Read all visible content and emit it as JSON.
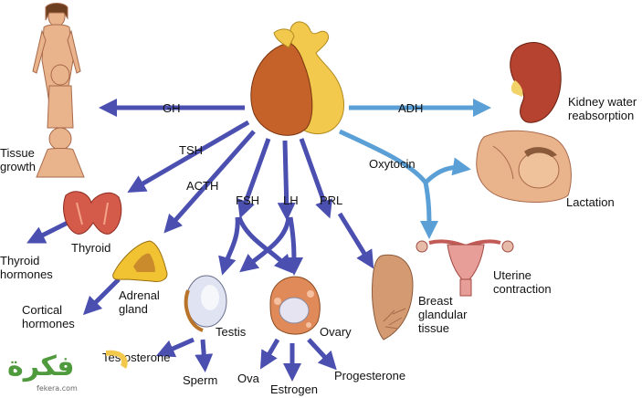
{
  "hormones": {
    "gh": "GH",
    "tsh": "TSH",
    "acth": "ACTH",
    "fsh": "FSH",
    "lh": "LH",
    "prl": "PRL",
    "adh": "ADH",
    "oxytocin": "Oxytocin"
  },
  "targets": {
    "tissue_growth": "Tissue growth",
    "thyroid": "Thyroid",
    "thyroid_hormones": "Thyroid hormones",
    "adrenal_gland": "Adrenal gland",
    "cortical_hormones": "Cortical hormones",
    "testis": "Testis",
    "testosterone": "Testosterone",
    "sperm": "Sperm",
    "ovary": "Ovary",
    "ova": "Ova",
    "estrogen": "Estrogen",
    "progesterone": "Progesterone",
    "breast": "Breast glandular tissue",
    "kidney": "Kidney water reabsorption",
    "lactation": "Lactation",
    "uterine": "Uterine contraction"
  },
  "watermark": {
    "logo_text": "فكرة",
    "domain": "fekera.com"
  },
  "colors": {
    "anterior_arrow": "#4a4fb0",
    "posterior_arrow": "#5a9fd6",
    "pituitary_anterior": "#c4622a",
    "pituitary_posterior": "#f2c94c",
    "skin": "#e9b48c",
    "thyroid_tissue": "#d45a4a",
    "adrenal": "#f1c232",
    "kidney": "#b5432f",
    "logo": "#4f9a3c"
  }
}
